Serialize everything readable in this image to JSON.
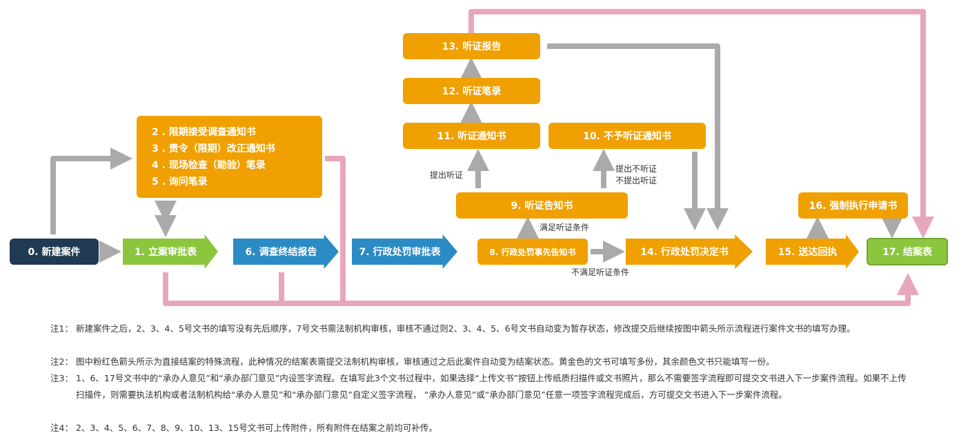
{
  "nodes": {
    "n0": "0. 新建案件",
    "n1": "1. 立案审批表",
    "n2to5": [
      "2 . 限期接受调查通知书",
      "3 . 责令（限期）改正通知书",
      "4 . 现场检查（勘验）笔录",
      "5 . 询问笔录"
    ],
    "n6": "6. 调查终结报告",
    "n7": "7. 行政处罚审批表",
    "n8": "8. 行政处罚事先告知书",
    "n9": "9. 听证告知书",
    "n10": "10. 不予听证通知书",
    "n11": "11. 听证通知书",
    "n12": "12. 听证笔录",
    "n13": "13. 听证报告",
    "n14": "14. 行政处罚决定书",
    "n15": "15. 送达回执",
    "n16": "16. 强制执行申请书",
    "n17": "17. 结案表"
  },
  "labels": {
    "request_hearing": "提出听证",
    "no_hearing_1": "提出不听证",
    "no_hearing_2": "不提出听证",
    "meets": "满足听证条件",
    "not_meets": "不满足听证条件"
  },
  "notes": [
    {
      "key": "注1：",
      "text": "新建案件之后，2、3、4、5号文书的填写没有先后顺序，7号文书需法制机构审核，审核不通过则2、3、4、5、6号文书自动变为暂存状态，修改提交后继续按图中箭头所示流程进行案件文书的填写办理。"
    },
    {
      "key": "注2：",
      "text": "图中粉红色箭头所示为直接结案的特殊流程，此种情况的结案表需提交法制机构审核，审核通过之后此案件自动变为结案状态。黄金色的文书可填写多份，其余颜色文书只能填写一份。"
    },
    {
      "key": "注3：",
      "text": "1、6、17号文书中的“承办人意见”和“承办部门意见”内设签字流程。在填写此3个文书过程中，如果选择“上传文书”按钮上传纸质扫描件或文书照片，那么不需要签字流程即可提交文书进入下一步案件流程。如果不上传扫描件，则需要执法机构或者法制机构给“承办人意见”和“承办部门意见”自定义签字流程， “承办人意见”或“承办部门意见”任意一项签字流程完成后，方可提交文书进入下一步案件流程。"
    },
    {
      "key": "注4：",
      "text": "2、3、4、5、6、7、8、9、10、13、15号文书可上传附件，所有附件在结案之前均可补传。"
    }
  ],
  "colors": {
    "orange": "#f0a000",
    "navy": "#1f3a52",
    "green": "#8cc63f",
    "blue": "#2b8bc4",
    "gray": "#aaaaaa",
    "pink": "#e8a6bd"
  }
}
